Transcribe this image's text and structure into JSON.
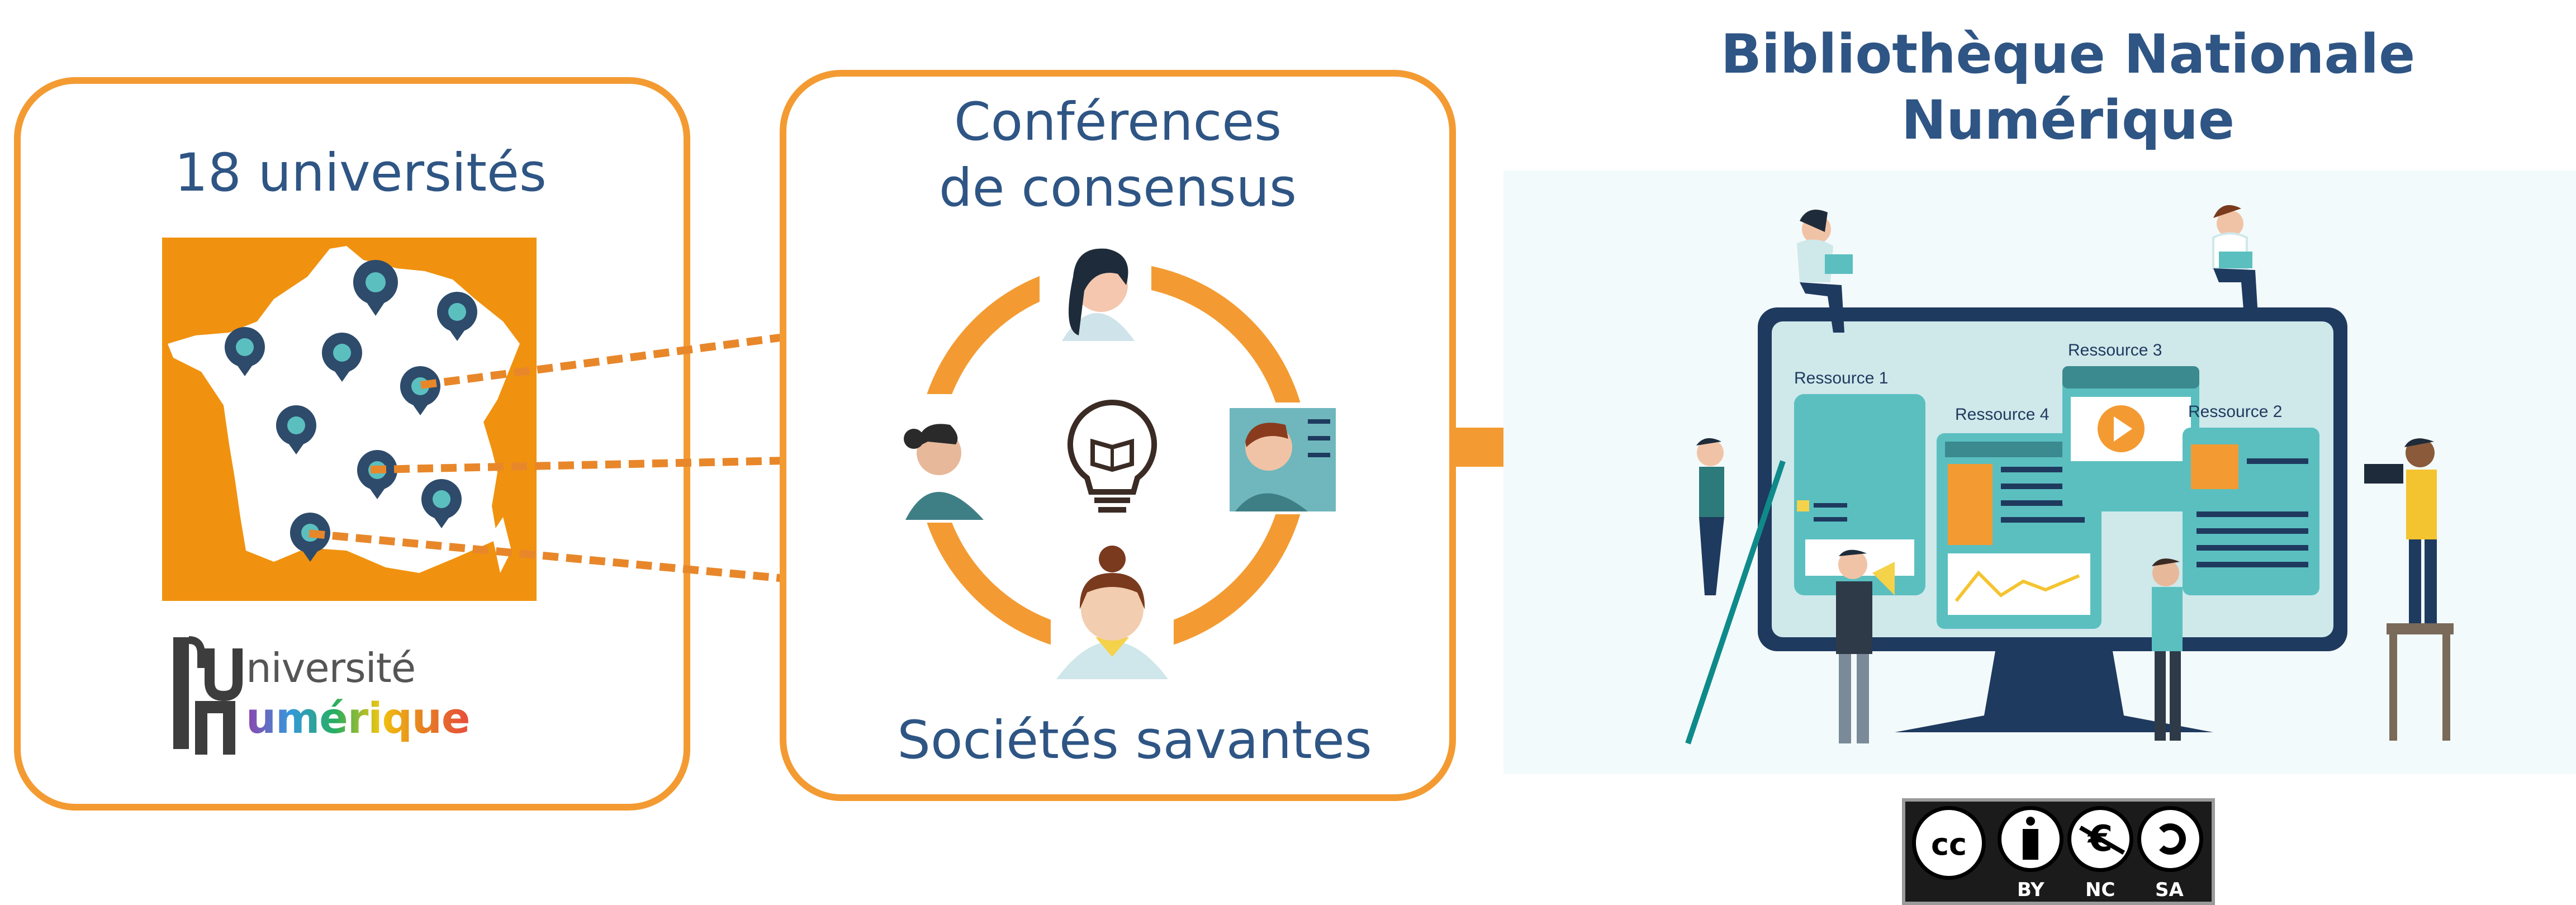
{
  "left_panel": {
    "title": "18 universités"
  },
  "logo": {
    "line1": "niversité",
    "line2": "umérique"
  },
  "middle_panel": {
    "title_line1": "Conférences",
    "title_line2": "de consensus",
    "footer": "Sociétés savantes"
  },
  "right_panel": {
    "title_line1": "Bibliothèque Nationale",
    "title_line2": "Numérique",
    "resources": [
      "Ressource 1",
      "Ressource 4",
      "Ressource 3",
      "Ressource 2"
    ]
  },
  "license": {
    "cc": "cc",
    "by": "BY",
    "nc": "NC",
    "sa": "SA"
  },
  "colors": {
    "accent": "#F39B32",
    "title": "#2E5584",
    "teal": "#5BBFC0",
    "dark": "#1F3A5F"
  }
}
